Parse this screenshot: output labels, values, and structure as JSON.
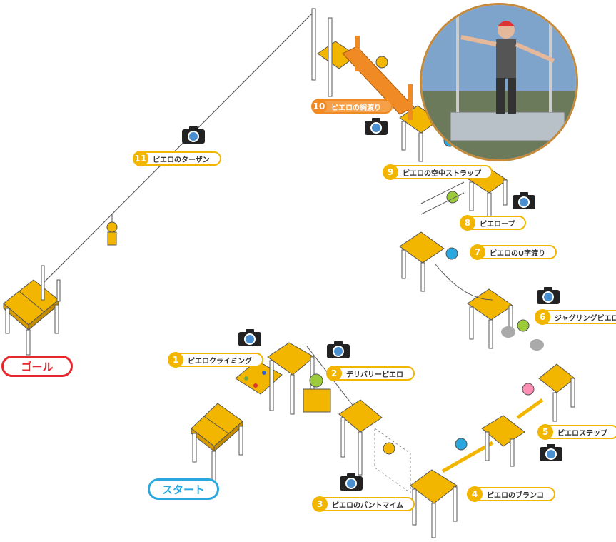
{
  "course": {
    "goal_label": "ゴール",
    "start_label": "スタート",
    "stations": [
      {
        "number": "1",
        "name": "ピエロクライミング"
      },
      {
        "number": "2",
        "name": "デリバリーピエロ"
      },
      {
        "number": "3",
        "name": "ピエロのパントマイム"
      },
      {
        "number": "4",
        "name": "ピエロのブランコ"
      },
      {
        "number": "5",
        "name": "ピエロステップ"
      },
      {
        "number": "6",
        "name": "ジャグリングピエロ"
      },
      {
        "number": "7",
        "name": "ピエロのU字渡り"
      },
      {
        "number": "8",
        "name": "ピエロープ"
      },
      {
        "number": "9",
        "name": "ピエロの空中ストラップ"
      },
      {
        "number": "10",
        "name": "ピエロの綱渡り"
      },
      {
        "number": "11",
        "name": "ピエロのターザン"
      }
    ]
  },
  "colors": {
    "platform_top": "#f2b600",
    "platform_side": "#d99a00",
    "highlight": "#f08a24",
    "goal": "#e8262d",
    "start": "#2aa7df"
  },
  "icons": [
    "camera-icon"
  ]
}
